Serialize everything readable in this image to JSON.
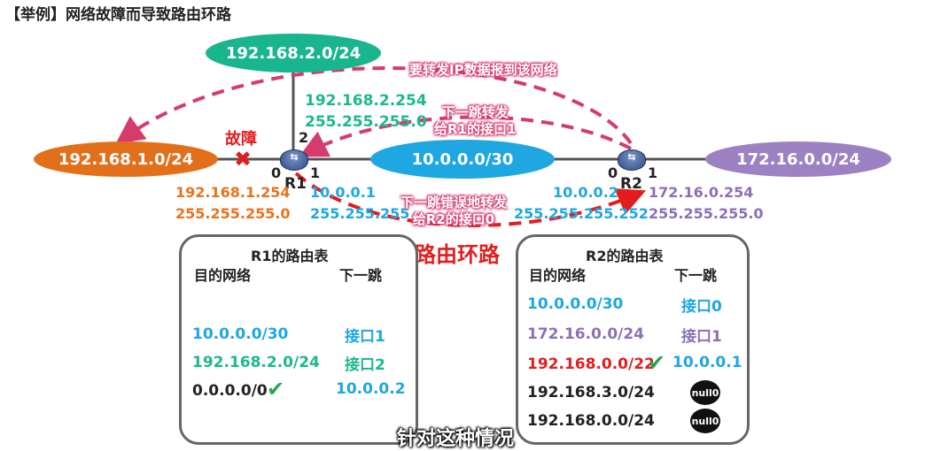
{
  "title": "【举例】网络故障而导致路由环路",
  "networks": {
    "top": "192.168.2.0/24",
    "left": "192.168.1.0/24",
    "center": "10.0.0.0/30",
    "right": "172.16.0.0/24"
  },
  "routers": {
    "r1": "R1",
    "r2": "R2",
    "icon_text": "⇆"
  },
  "ports": {
    "r1_top": "2",
    "r1_left": "0",
    "r1_right": "1",
    "r2_left": "0",
    "r2_right": "1"
  },
  "fault": {
    "label": "故障",
    "mark": "✖"
  },
  "addresses": {
    "r1_top_ip": "192.168.2.254",
    "r1_top_mask": "255.255.255.0",
    "r1_left_ip": "192.168.1.254",
    "r1_left_mask": "255.255.255.0",
    "r1_right_ip": "10.0.0.1",
    "r1_right_mask": "255.255.255",
    "r2_left_ip": "10.0.0.2",
    "r2_left_mask": "255.255.255.252",
    "r2_right_ip": "172.16.0.254",
    "r2_right_mask": "255.255.255.0"
  },
  "callouts": {
    "forward_ip": "要转发IP数据报到该网络",
    "next_hop_r1": "下一跳转发\n给R1的接口1",
    "wrong_next_hop": "下一跳错误地转发\n给R2的接口0",
    "loop": "路由环路"
  },
  "r1_table": {
    "title": "R1的路由表",
    "headers": [
      "目的网络",
      "下一跳"
    ],
    "rows": [
      {
        "dest": "10.0.0.0/30",
        "next": "接口1"
      },
      {
        "dest": "192.168.2.0/24",
        "next": "接口2"
      },
      {
        "dest": "0.0.0.0/0",
        "next": "10.0.0.2"
      }
    ]
  },
  "r2_table": {
    "title": "R2的路由表",
    "headers": [
      "目的网络",
      "下一跳"
    ],
    "rows": [
      {
        "dest": "10.0.0.0/30",
        "next": "接口0"
      },
      {
        "dest": "172.16.0.0/24",
        "next": "接口1"
      },
      {
        "dest": "192.168.0.0/22",
        "next": "10.0.0.1"
      },
      {
        "dest": "192.168.3.0/24",
        "next": "null0"
      },
      {
        "dest": "192.168.0.0/24",
        "next": "null0"
      }
    ]
  },
  "check_mark": "✔",
  "subtitle": "针对这种情况",
  "colors": {
    "green_net": "#19b58f",
    "orange_net": "#e2701b",
    "blue_net": "#1ea7e1",
    "purple_net": "#9c82c2",
    "loop_red": "#e31d1d",
    "arrow_pink": "#d63b6d"
  }
}
